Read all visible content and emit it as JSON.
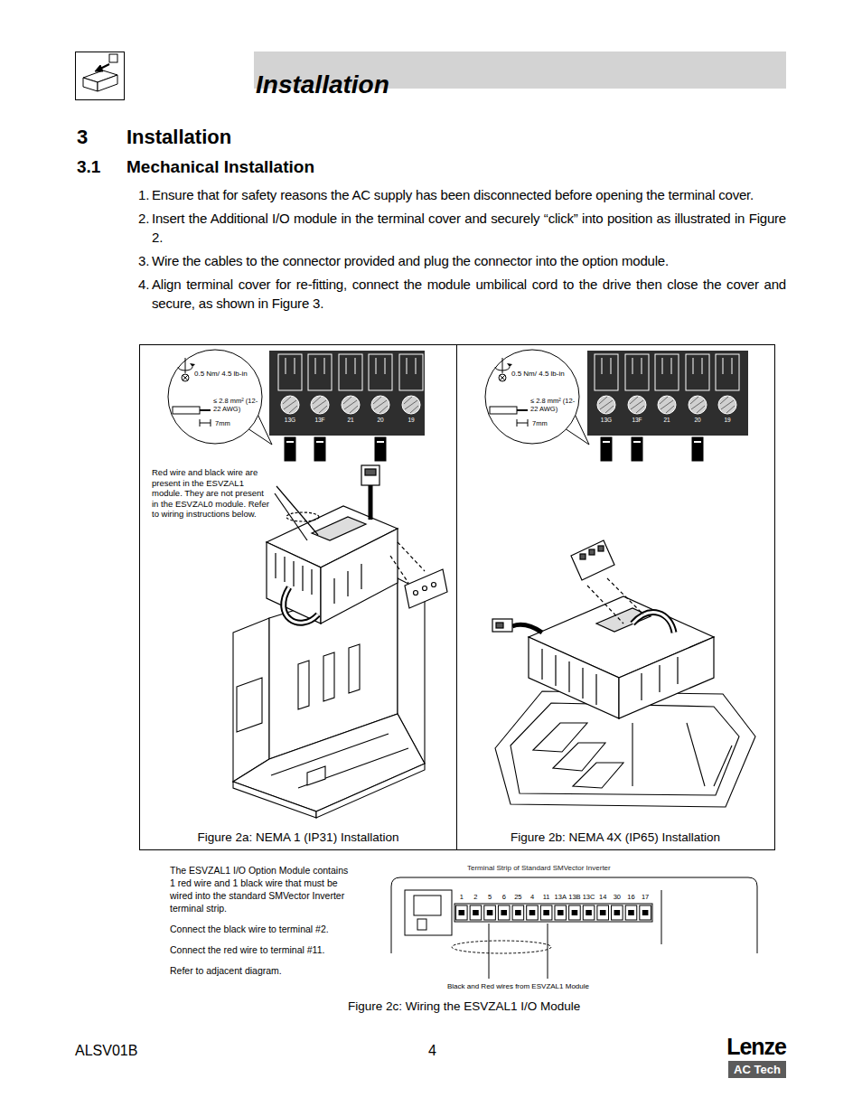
{
  "diagram": {
    "title": "Installation",
    "caption": "Figure 2c: Wiring the ESVZAL1 I/O Module",
    "nodes": [
      {
        "text": [
          "Installation"
        ]
      },
      {
        "text": [
          "Figure 2a: NEMA 1 (IP31) Installation"
        ]
      },
      {
        "text": [
          "0.5 Nm/ 4.5 lb-in",
          "≤ 2.8 mm² (12-22 AWG)",
          "7mm"
        ],
        "in": 1
      },
      {
        "text": [
          "13G",
          "13F",
          "21",
          "20",
          "19"
        ],
        "in": 1
      },
      {
        "text": [
          "Figure 2b: NEMA 4X (IP65) Installation"
        ]
      },
      {
        "text": [
          "0.5 Nm/ 4.5 lb-in",
          "≤ 2.8 mm² (12-22 AWG)",
          "7mm"
        ],
        "in": 4
      },
      {
        "text": [
          "13G",
          "13F",
          "21",
          "20",
          "19"
        ],
        "in": 4
      },
      {
        "text": [
          "Terminal Strip of Standard SMVector Inverter",
          "1",
          "2",
          "5",
          "6",
          "25",
          "4",
          "11",
          "13A",
          "13B",
          "13C",
          "14",
          "30",
          "16",
          "17"
        ]
      },
      {
        "text": [
          "AC Tech"
        ]
      }
    ],
    "labels": [
      "3",
      "3.1",
      "Mechanical Installation",
      "1.",
      "Ensure that for safety reasons the AC supply has been disconnected before opening the terminal cover.",
      "2.",
      "Insert the Additional I/O module in the terminal cover and securely “click” into position as illustrated in Figure 2.",
      "3.",
      "Wire the cables to the connector provided and plug the connector into the option module.",
      "4.",
      "Align terminal cover for re-fitting, connect the module umbilical cord to the drive then close the cover and secure, as shown in Figure 3.",
      "Red wire and black wire are present in the ESVZAL1 module. They are not present in the ESVZAL0 module. Refer to wiring instructions below.",
      "The ESVZAL1 I/O Option Module contains 1 red wire and 1 black wire that must be wired into the standard SMVector Inverter terminal strip.",
      "Connect the black wire to terminal #2.",
      "Connect the red wire to terminal #11.",
      "Refer to adjacent diagram.",
      "Black and Red wires from ESVZAL1 Module",
      "ALSV01B",
      "4",
      "Lenze"
    ]
  }
}
